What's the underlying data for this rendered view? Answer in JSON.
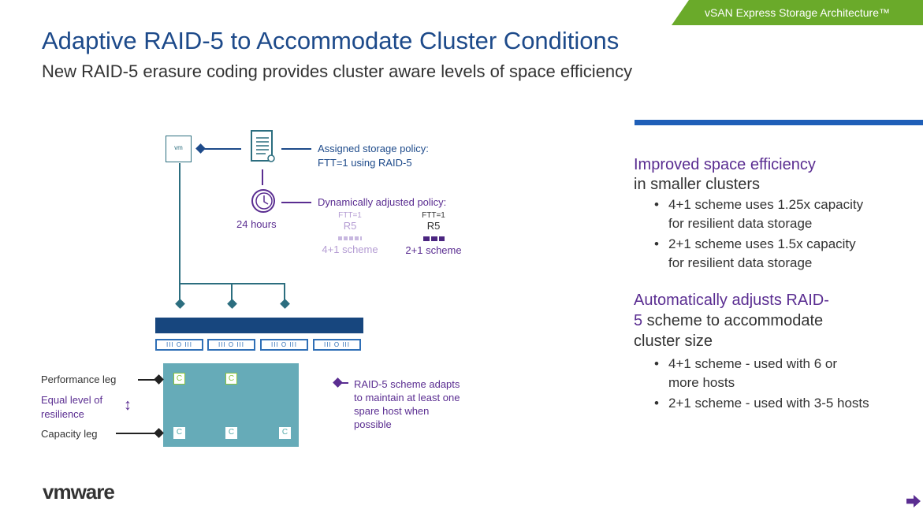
{
  "banner": "vSAN Express Storage Architecture™",
  "title": "Adaptive RAID-5 to Accommodate Cluster Conditions",
  "subtitle": "New RAID-5 erasure coding provides cluster aware levels of space efficiency",
  "diagram": {
    "vm_label": "vm",
    "assigned_1": "Assigned storage policy:",
    "assigned_2": "FTT=1 using RAID-5",
    "dynamic": "Dynamically adjusted policy:",
    "hours": "24 hours",
    "scheme_a": {
      "ftt": "FTT=1",
      "r": "R5",
      "label": "4+1 scheme"
    },
    "scheme_b": {
      "ftt": "FTT=1",
      "r": "R5",
      "label": "2+1 scheme"
    },
    "host_glyph": "III  O  III",
    "component": "C",
    "perf_leg": "Performance leg",
    "equal_1": "Equal level of",
    "equal_2": "resilience",
    "cap_leg": "Capacity leg",
    "note": [
      "RAID-5 scheme adapts",
      "to maintain at least one",
      "spare host when",
      "possible"
    ]
  },
  "right": {
    "h1": "Improved space efficiency",
    "t1": "in smaller clusters",
    "b1": [
      "4+1 scheme uses 1.25x capacity for resilient data storage",
      "2+1 scheme uses 1.5x capacity for resilient data storage"
    ],
    "h2a": "Automatically adjusts RAID-",
    "h2b": "5",
    "t2a": " scheme to accommodate",
    "t2b": "cluster size",
    "b2": [
      "4+1 scheme - used with 6 or more hosts",
      "2+1 scheme - used with 3-5 hosts"
    ]
  },
  "logo": "vmware"
}
